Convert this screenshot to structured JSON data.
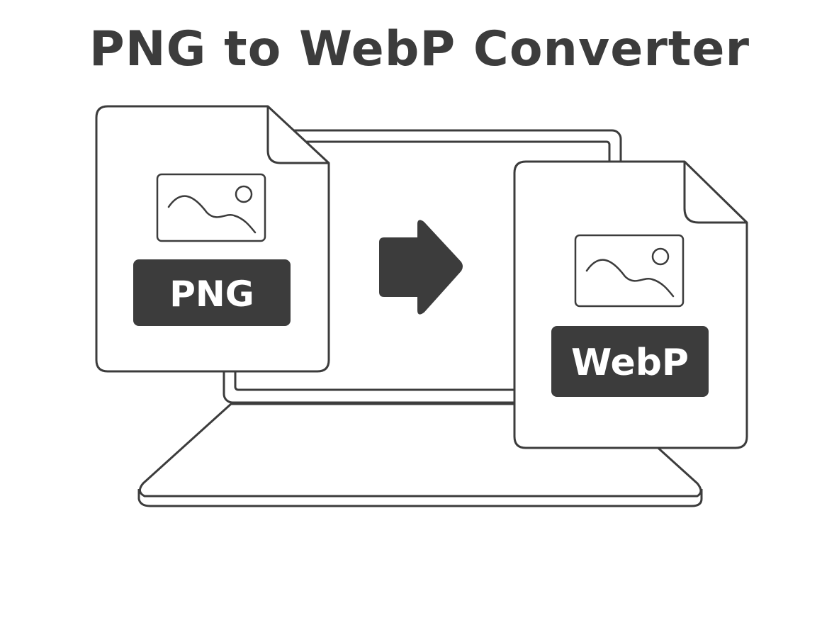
{
  "title": "PNG to WebP Converter",
  "source_file": {
    "label": "PNG",
    "icon": "image-icon"
  },
  "target_file": {
    "label": "WebP",
    "icon": "image-icon"
  },
  "conversion_arrow": {
    "icon": "arrow-right-icon"
  },
  "device": {
    "icon": "laptop-icon"
  },
  "colors": {
    "stroke": "#3c3c3c",
    "badge": "#3c3c3c",
    "badge_text": "#ffffff",
    "background": "#ffffff"
  }
}
